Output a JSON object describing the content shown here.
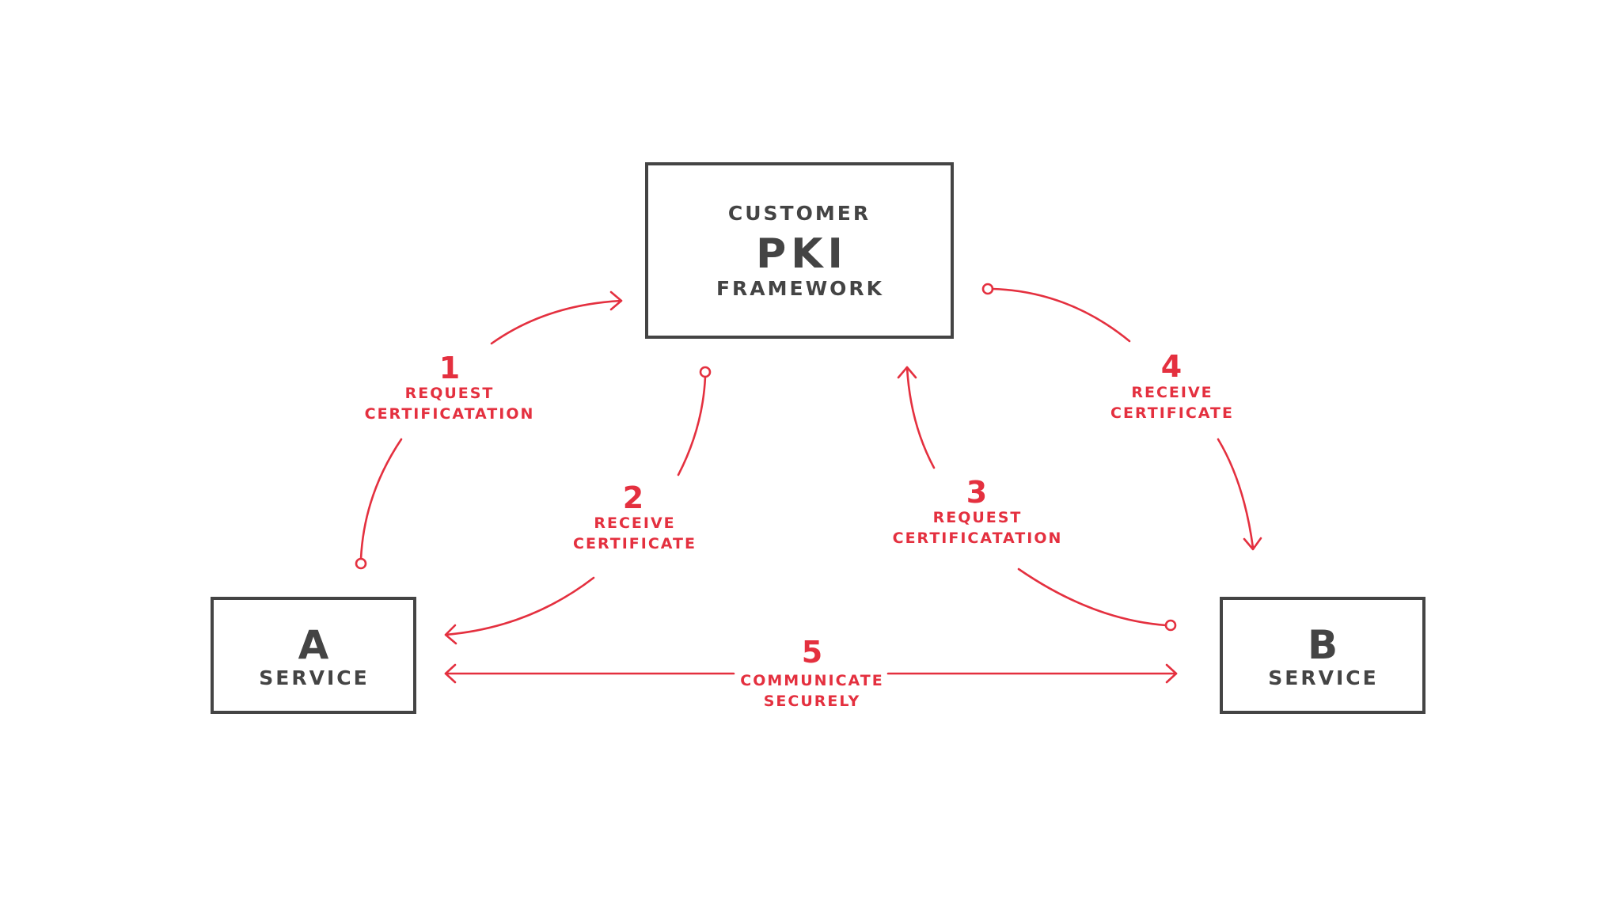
{
  "nodes": {
    "pki": {
      "top": "CUSTOMER",
      "main": "PKI",
      "bottom": "FRAMEWORK"
    },
    "service_a": {
      "letter": "A",
      "label": "SERVICE"
    },
    "service_b": {
      "letter": "B",
      "label": "SERVICE"
    }
  },
  "steps": [
    {
      "number": "1",
      "line1": "REQUEST",
      "line2": "CERTIFICATATION"
    },
    {
      "number": "2",
      "line1": "RECEIVE",
      "line2": "CERTIFICATE"
    },
    {
      "number": "3",
      "line1": "REQUEST",
      "line2": "CERTIFICATATION"
    },
    {
      "number": "4",
      "line1": "RECEIVE",
      "line2": "CERTIFICATE"
    },
    {
      "number": "5",
      "line1": "COMMUNICATE",
      "line2": "SECURELY"
    }
  ],
  "colors": {
    "accent": "#e4303f",
    "box_stroke": "#444444",
    "text": "#444444",
    "background": "#ffffff"
  }
}
